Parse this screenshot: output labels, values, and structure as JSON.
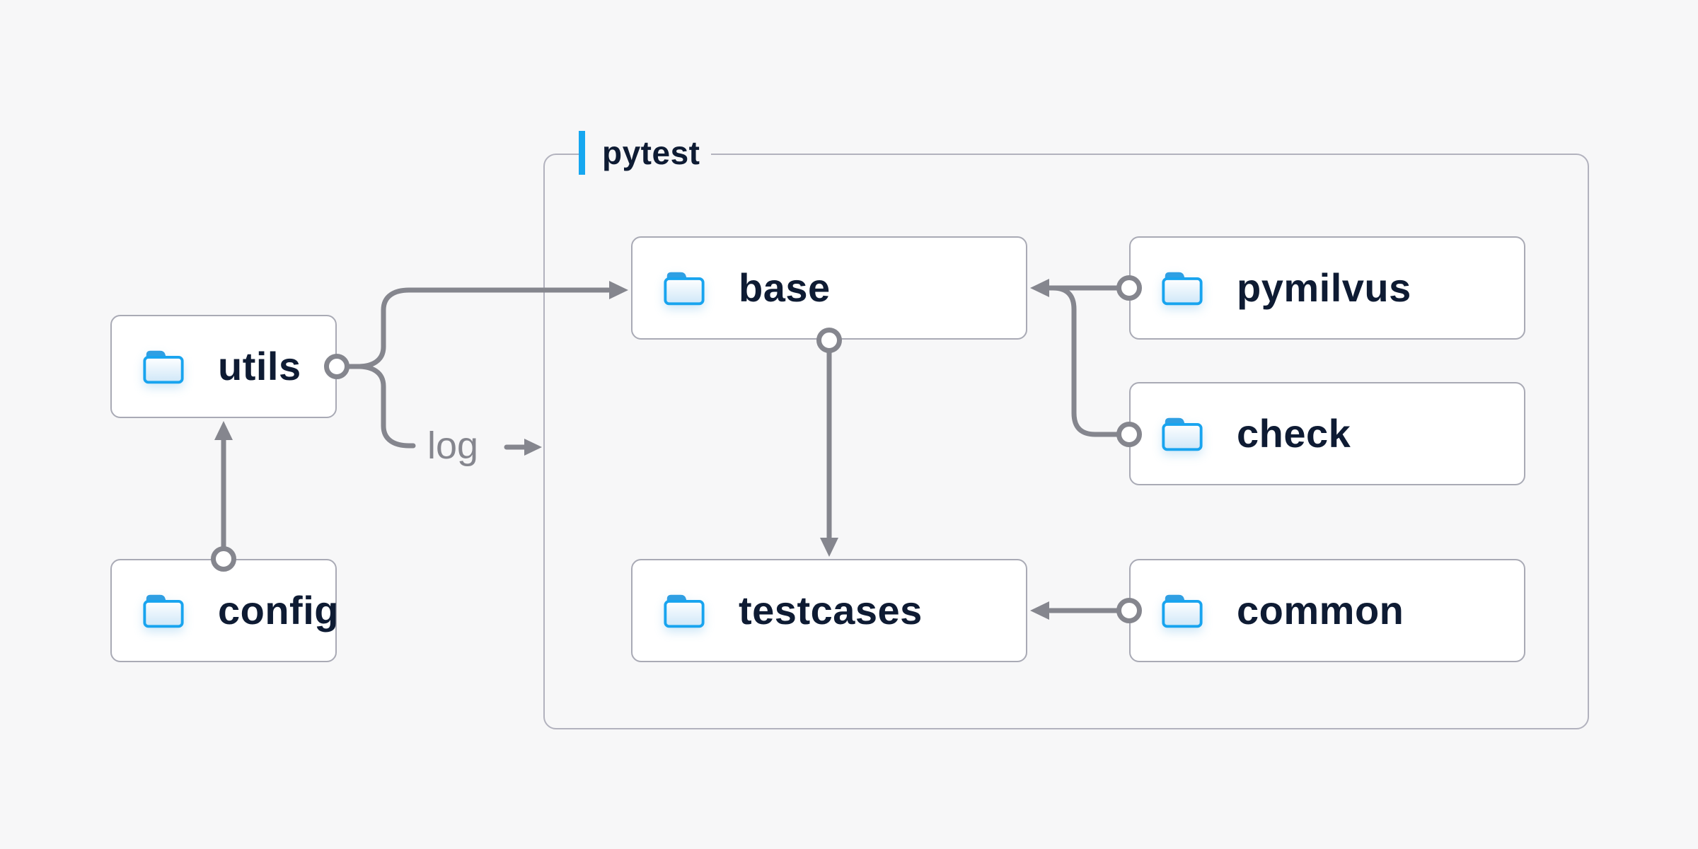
{
  "group": {
    "label": "pytest"
  },
  "nodes": {
    "utils": {
      "label": "utils",
      "icon": "folder-icon"
    },
    "config": {
      "label": "config",
      "icon": "folder-icon"
    },
    "base": {
      "label": "base",
      "icon": "folder-icon"
    },
    "pymilvus": {
      "label": "pymilvus",
      "icon": "folder-icon"
    },
    "check": {
      "label": "check",
      "icon": "folder-icon"
    },
    "testcases": {
      "label": "testcases",
      "icon": "folder-icon"
    },
    "common": {
      "label": "common",
      "icon": "folder-icon"
    }
  },
  "labels": {
    "log": "log"
  },
  "edges": [
    {
      "from": "config",
      "to": "utils",
      "type": "arrow"
    },
    {
      "from": "utils",
      "to": "base",
      "type": "arrow"
    },
    {
      "from": "utils",
      "to": "log",
      "type": "arrow",
      "label": "log"
    },
    {
      "from": "base",
      "to": "testcases",
      "type": "arrow"
    },
    {
      "from": "pymilvus",
      "to": "base",
      "type": "arrow"
    },
    {
      "from": "check",
      "to": "base",
      "type": "arrow"
    },
    {
      "from": "common",
      "to": "testcases",
      "type": "arrow"
    }
  ],
  "colors": {
    "bg": "#f7f7f8",
    "accent": "#16a7f0",
    "navy": "#0e1b33",
    "gray": "#85868e",
    "card-border": "#a9aab5",
    "group-border": "#b2b2be",
    "folder-stroke": "#18a4ef",
    "folder-tab": "#2f9fe3",
    "folder-fill": "#cfe7f8"
  }
}
